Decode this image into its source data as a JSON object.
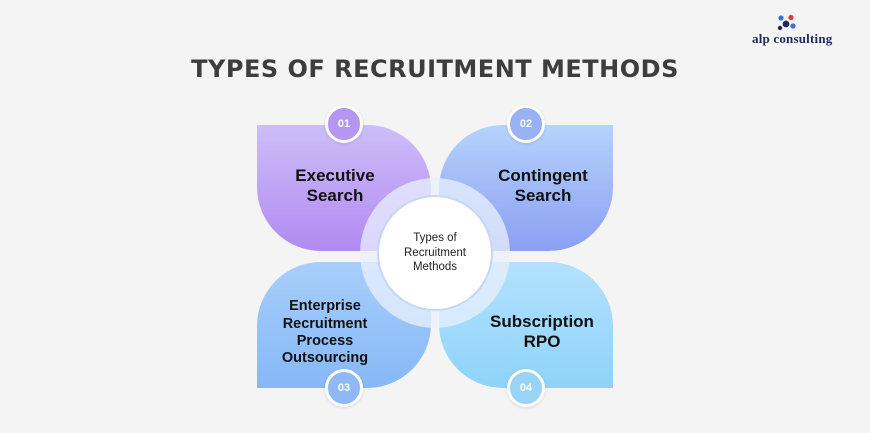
{
  "logo": {
    "text": "alp consulting",
    "icon": "molecule-dots-icon"
  },
  "title": "TYPES OF RECRUITMENT METHODS",
  "center": {
    "label": "Types of\nRecruitment\nMethods"
  },
  "methods": [
    {
      "number": "01",
      "label": "Executive\nSearch"
    },
    {
      "number": "02",
      "label": "Contingent\nSearch"
    },
    {
      "number": "03",
      "label": "Enterprise\nRecruitment\nProcess\nOutsourcing"
    },
    {
      "number": "04",
      "label": "Subscription\nRPO"
    }
  ],
  "colors": {
    "petal_1": "#b18af2",
    "petal_2": "#8a9ff2",
    "petal_3": "#86b8f7",
    "petal_4": "#8fd3fa",
    "title": "#3d3d3d"
  }
}
